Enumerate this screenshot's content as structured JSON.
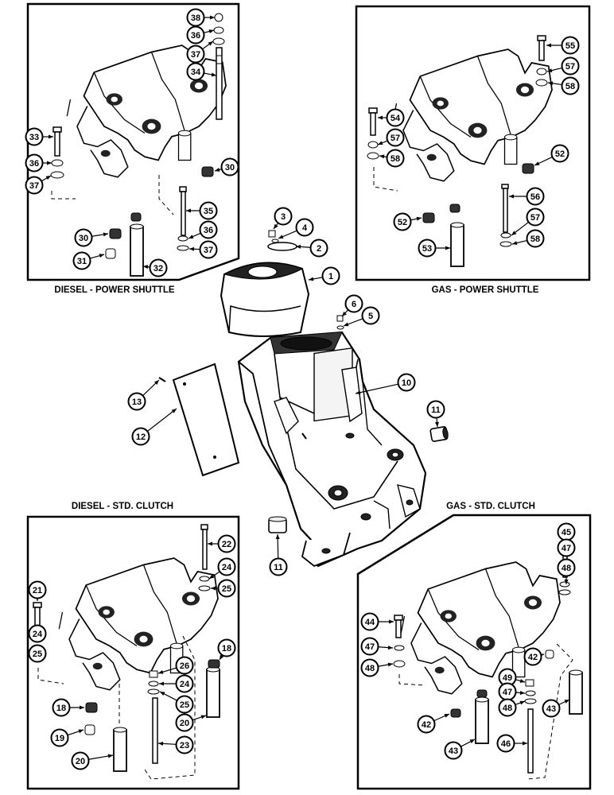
{
  "captions": {
    "diesel_power_shuttle": "DIESEL - POWER SHUTTLE",
    "gas_power_shuttle": "GAS - POWER SHUTTLE",
    "diesel_std_clutch": "DIESEL - STD. CLUTCH",
    "gas_std_clutch": "GAS - STD. CLUTCH"
  },
  "callouts": {
    "c1": "1",
    "c2": "2",
    "c3": "3",
    "c4": "4",
    "c5": "5",
    "c6": "6",
    "c10": "10",
    "c11a": "11",
    "c11b": "11",
    "c12": "12",
    "c13": "13",
    "d30a": "30",
    "d30b": "30",
    "d31": "31",
    "d32": "32",
    "d33": "33",
    "d34": "34",
    "d35": "35",
    "d36a": "36",
    "d36b": "36",
    "d36c": "36",
    "d37a": "37",
    "d37b": "37",
    "d37c": "37",
    "d38": "38",
    "g52a": "52",
    "g52b": "52",
    "g53": "53",
    "g54": "54",
    "g55": "55",
    "g56": "56",
    "g57a": "57",
    "g57b": "57",
    "g57c": "57",
    "g58a": "58",
    "g58b": "58",
    "g58c": "58",
    "s18a": "18",
    "s18b": "18",
    "s19": "19",
    "s20a": "20",
    "s20b": "20",
    "s21": "21",
    "s22": "22",
    "s23": "23",
    "s24a": "24",
    "s24b": "24",
    "s24c": "24",
    "s25a": "25",
    "s25b": "25",
    "s25c": "25",
    "s26": "26",
    "t42a": "42",
    "t42b": "42",
    "t43a": "43",
    "t43b": "43",
    "t44": "44",
    "t45": "45",
    "t46": "46",
    "t47a": "47",
    "t47b": "47",
    "t47c": "47",
    "t48a": "48",
    "t48b": "48",
    "t48c": "48",
    "t49": "49"
  }
}
